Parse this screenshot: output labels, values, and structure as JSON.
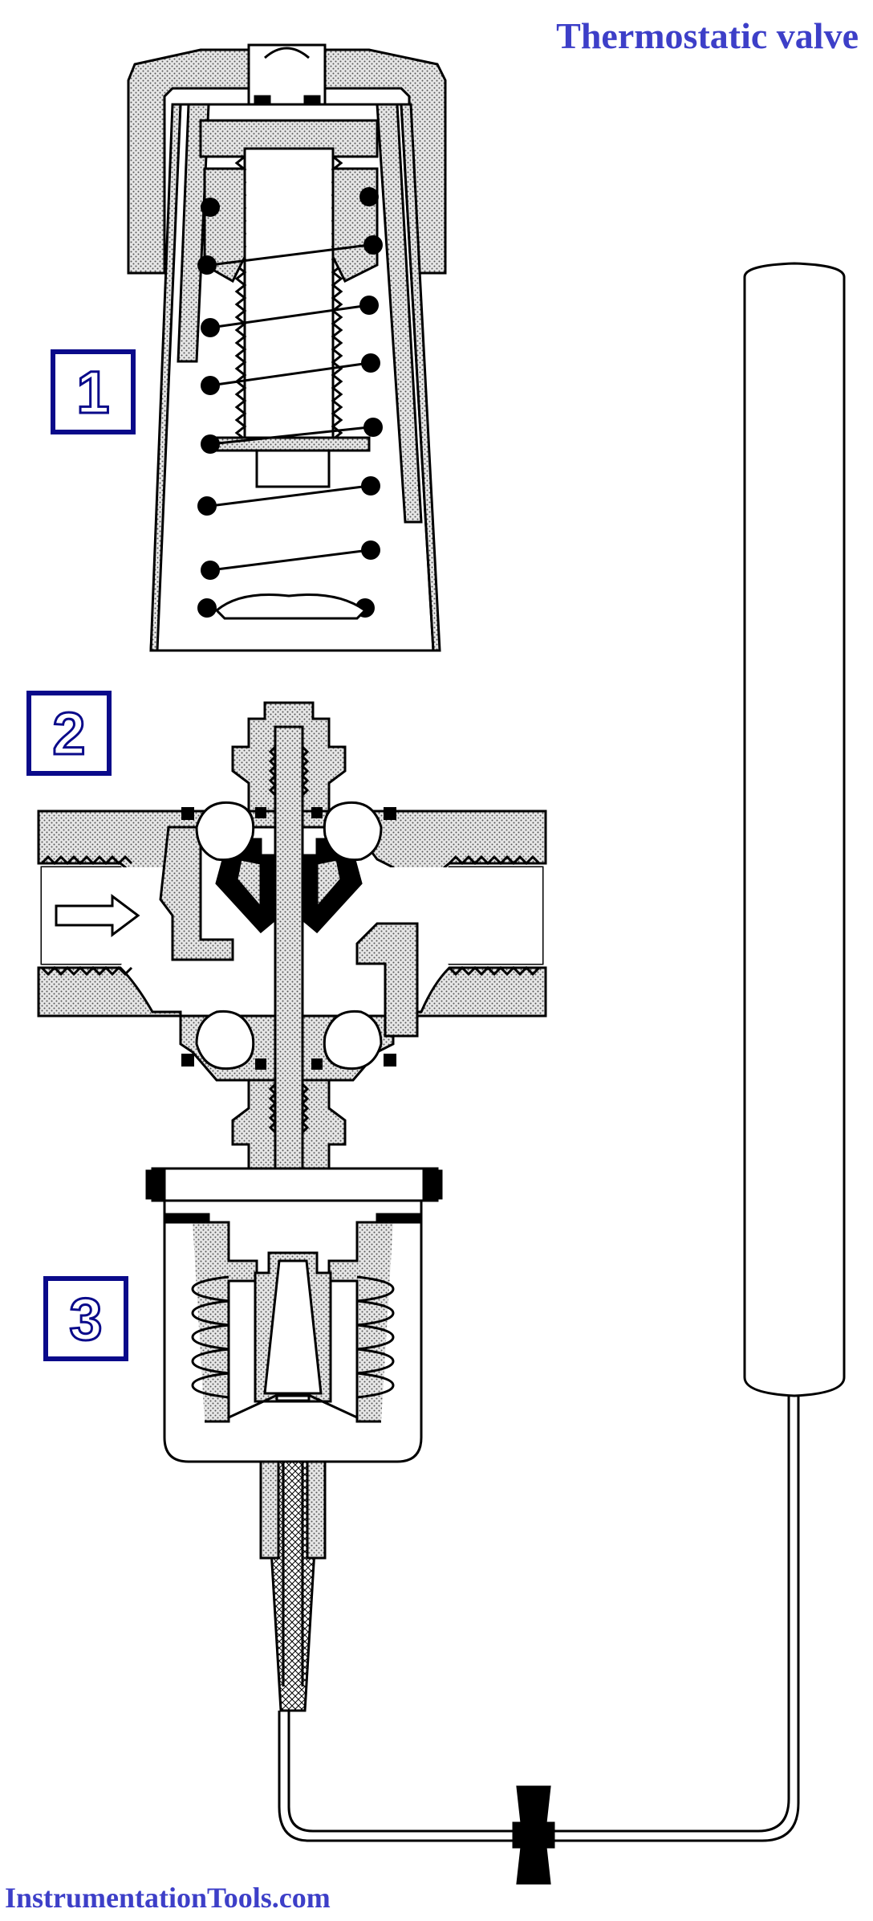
{
  "title": "Thermostatic valve",
  "footer": "InstrumentationTools.com",
  "parts": [
    {
      "label": "1"
    },
    {
      "label": "2"
    },
    {
      "label": "3"
    }
  ],
  "colors": {
    "title": "#3d3fc8",
    "label_border": "#0a0a8a",
    "label_fill": "#1b1b9a",
    "stipple": "#c8c8c8",
    "outline": "#000000"
  }
}
